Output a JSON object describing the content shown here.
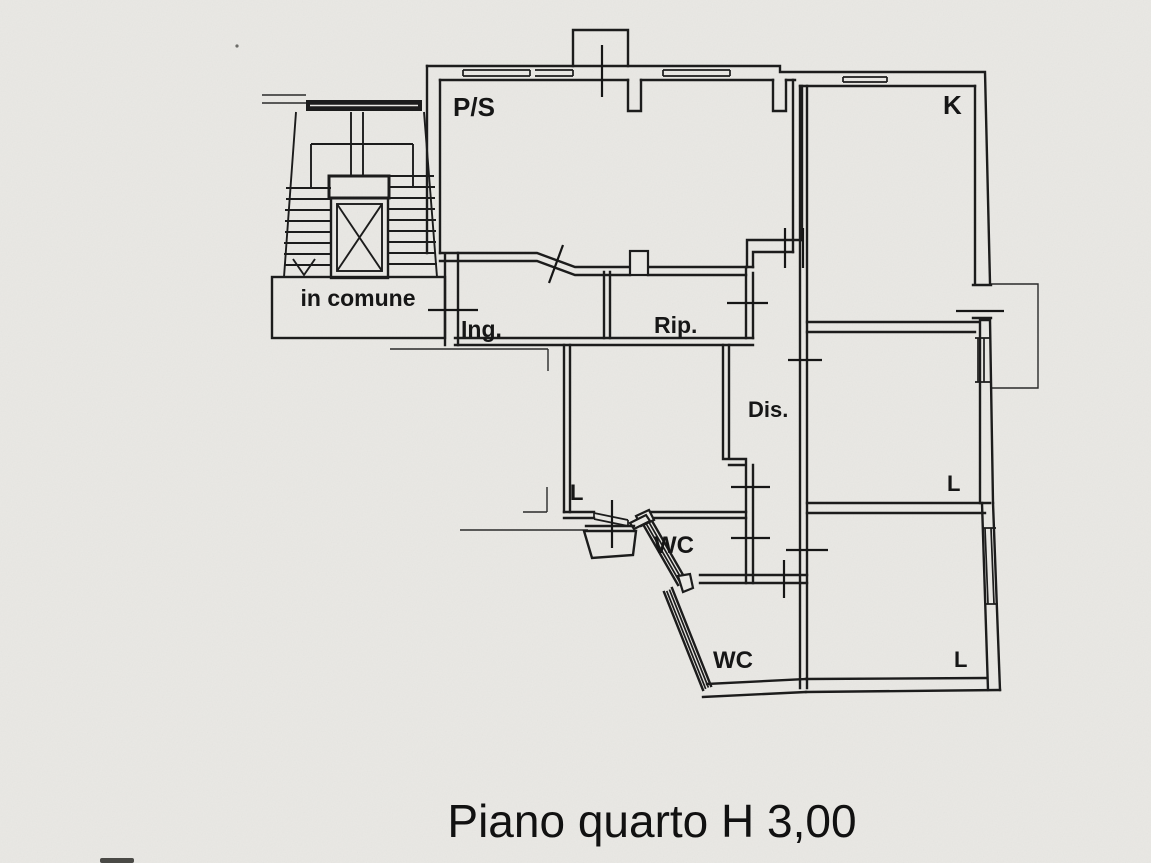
{
  "document": {
    "kind": "scanned cadastral floor plan",
    "caption": "Piano quarto H 3,00",
    "colors": {
      "paper": "#e9e8e4",
      "ink": "#1c1c1c"
    },
    "rooms": {
      "ps": "P/S",
      "k": "K",
      "in_comune": "in comune",
      "ing": "Ing.",
      "rip": "Rip.",
      "dis": "Dis.",
      "l_living": "L",
      "wc_upper": "WC",
      "wc_lower": "WC",
      "l_right_upper": "L",
      "l_right_lower": "L"
    }
  }
}
